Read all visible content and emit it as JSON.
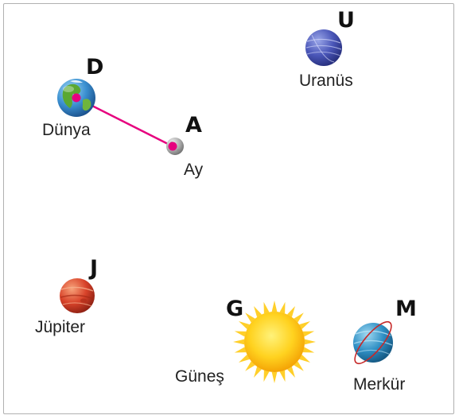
{
  "diagram": {
    "planets": [
      {
        "id": "dunya",
        "letter": "D",
        "name": "Dünya"
      },
      {
        "id": "ay",
        "letter": "A",
        "name": "Ay"
      },
      {
        "id": "uranus",
        "letter": "U",
        "name": "Uranüs"
      },
      {
        "id": "jupiter",
        "letter": "J",
        "name": "Jüpiter"
      },
      {
        "id": "gunes",
        "letter": "G",
        "name": "Güneş"
      },
      {
        "id": "merkur",
        "letter": "M",
        "name": "Merkür"
      }
    ],
    "connector": {
      "from": "D",
      "to": "A",
      "color": "#e6007e"
    }
  }
}
